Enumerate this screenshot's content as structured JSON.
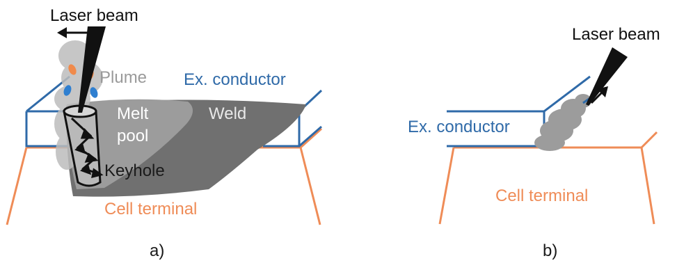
{
  "colors": {
    "conductor": "#2f6aa8",
    "terminal": "#ef8c57",
    "weld": "#707070",
    "melt_pool": "#9c9c9c",
    "keyhole": "#4a4a4a",
    "plume": "#bdbdbd",
    "spatter_blue": "#2f7fd0",
    "spatter_orange": "#f08a4b",
    "beam": "#111111"
  },
  "panel_a": {
    "laser_label": "Laser beam",
    "plume_label": "Plume",
    "conductor_label": "Ex. conductor",
    "melt_label_line1": "Melt",
    "melt_label_line2": "pool",
    "weld_label": "Weld",
    "keyhole_label": "Keyhole",
    "terminal_label": "Cell terminal",
    "caption": "a)"
  },
  "panel_b": {
    "laser_label": "Laser beam",
    "conductor_label": "Ex. conductor",
    "terminal_label": "Cell terminal",
    "caption": "b)"
  }
}
